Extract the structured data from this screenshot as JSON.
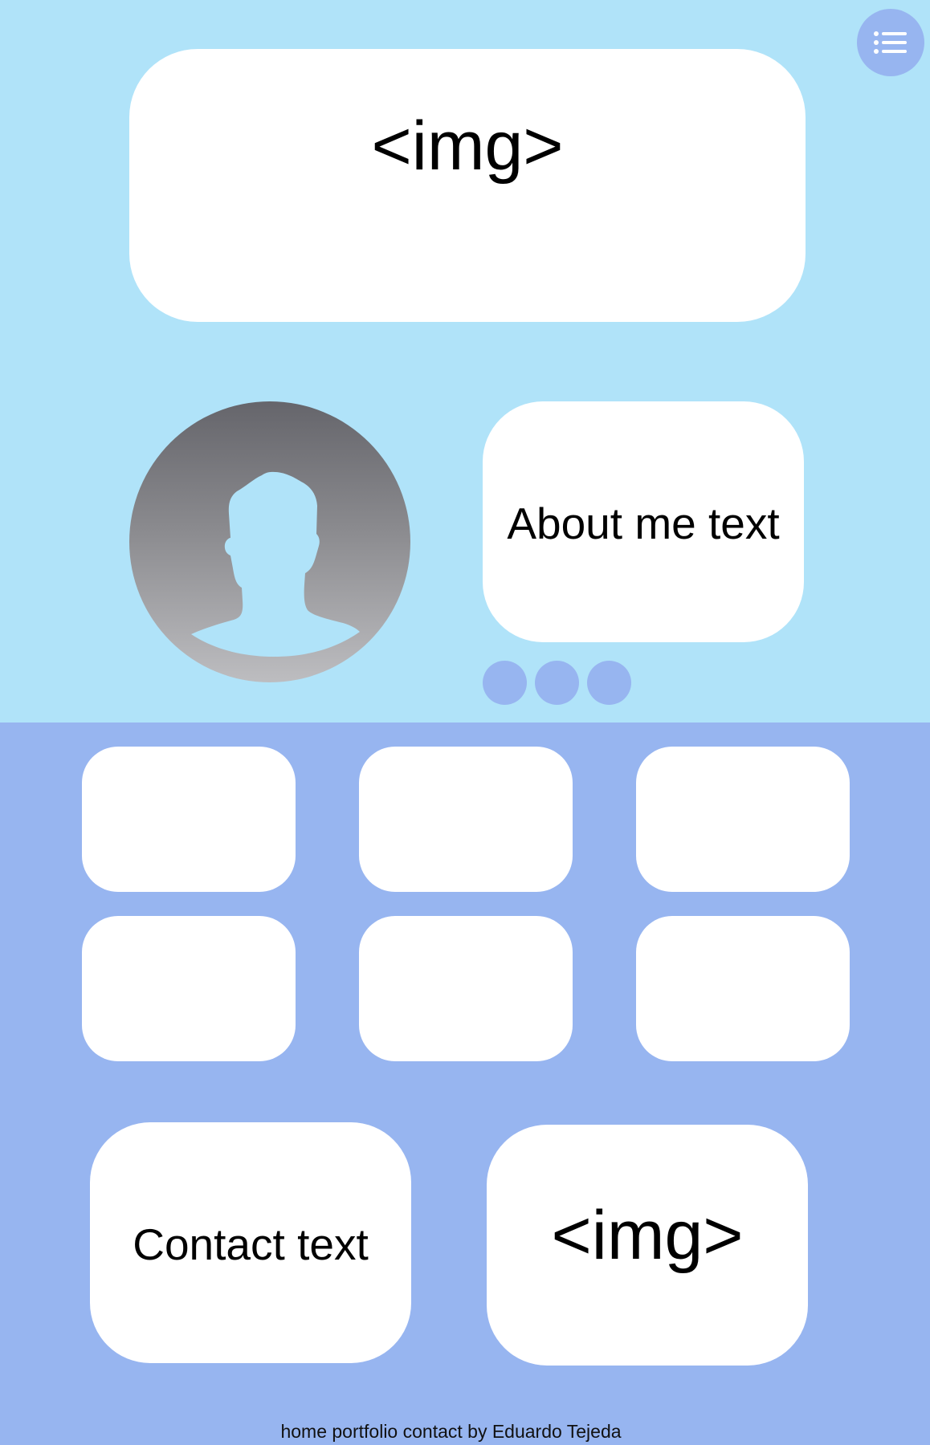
{
  "colors": {
    "top_background": "#b0e3f9",
    "bottom_background": "#97b5f0",
    "card": "#ffffff",
    "accent": "#97b5f0",
    "avatar_gradient_top": "#65656b",
    "avatar_gradient_bottom": "#bdbdc0"
  },
  "menu": {
    "icon": "list-icon"
  },
  "hero": {
    "image_placeholder": "<img>"
  },
  "about": {
    "avatar_icon": "person-silhouette-icon",
    "text": "About me text",
    "carousel_dots": 3
  },
  "portfolio": {
    "tile_count": 6
  },
  "contact": {
    "text": "Contact text",
    "image_placeholder": "<img>"
  },
  "footer": {
    "links": [
      "home",
      "portfolio",
      "contact"
    ],
    "credit": "by Eduardo Tejeda"
  }
}
